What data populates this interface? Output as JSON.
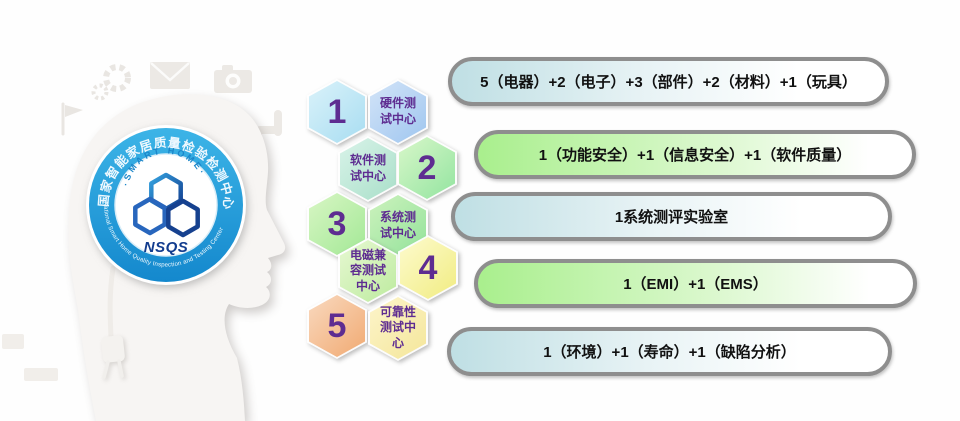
{
  "badge": {
    "ring_top_text": "国家智能家居质量检验检测中心",
    "ring_bottom_text": "National Smart Home Quality Inspection and Testing Center",
    "inner_arc_text": "·SMART HOME·",
    "wordmark": "NSQS",
    "ring_color": "#2aa7e0",
    "logo_color_light": "#35a3e0",
    "logo_color_dark": "#123c8e"
  },
  "hexagons": [
    {
      "id": "num-1",
      "label": "1",
      "kind": "number",
      "colors": [
        "#daf2fa",
        "#a8ddf1"
      ]
    },
    {
      "id": "hardware-center",
      "label": "硬件测\n试中心",
      "kind": "text",
      "colors": [
        "#d3e4f8",
        "#9fc6ef"
      ]
    },
    {
      "id": "software-center",
      "label": "软件测\n试中心",
      "kind": "text",
      "colors": [
        "#d9f3e9",
        "#a9dfc9"
      ]
    },
    {
      "id": "num-2",
      "label": "2",
      "kind": "number",
      "colors": [
        "#d8f7c9",
        "#93e4a0"
      ]
    },
    {
      "id": "num-3",
      "label": "3",
      "kind": "number",
      "colors": [
        "#d8f6c4",
        "#a3e896"
      ]
    },
    {
      "id": "system-center",
      "label": "系统测\n试中心",
      "kind": "text",
      "colors": [
        "#cdf2bd",
        "#92e29a"
      ]
    },
    {
      "id": "emc-center",
      "label": "电磁兼\n容测试\n中心",
      "kind": "text",
      "colors": [
        "#e7f8d2",
        "#bdeb9f"
      ]
    },
    {
      "id": "num-4",
      "label": "4",
      "kind": "number",
      "colors": [
        "#fdfbce",
        "#f1ec82"
      ]
    },
    {
      "id": "num-5",
      "label": "5",
      "kind": "number",
      "colors": [
        "#f9d9bf",
        "#f1aa72"
      ]
    },
    {
      "id": "reliability-center",
      "label": "可靠性\n测试中\n心",
      "kind": "text",
      "colors": [
        "#fdf5cb",
        "#f4e69a"
      ]
    }
  ],
  "pills": [
    {
      "text": "5（电器）+2（电子）+3（部件）+2（材料）+1（玩具）",
      "variant": "cyan"
    },
    {
      "text": "1（功能安全）+1（信息安全）+1（软件质量）",
      "variant": "green"
    },
    {
      "text": "1系统测评实验室",
      "variant": "cyan"
    },
    {
      "text": "1（EMI）+1（EMS）",
      "variant": "green"
    },
    {
      "text": "1（环境）+1（寿命）+1（缺陷分析）",
      "variant": "cyan"
    }
  ],
  "colors": {
    "pill_cyan_start": "#bfdfe4",
    "pill_green_start": "#a9ef8d",
    "pill_fade_end": "#ffffff",
    "pill_border": "#8e8e8e",
    "hex_text": "#5e2c91"
  },
  "decor_icons": [
    "gear-icon",
    "envelope-icon",
    "camera-icon",
    "flag-icon",
    "chair-icon",
    "plug-icon",
    "keyboard-icon",
    "monitor-icon"
  ]
}
